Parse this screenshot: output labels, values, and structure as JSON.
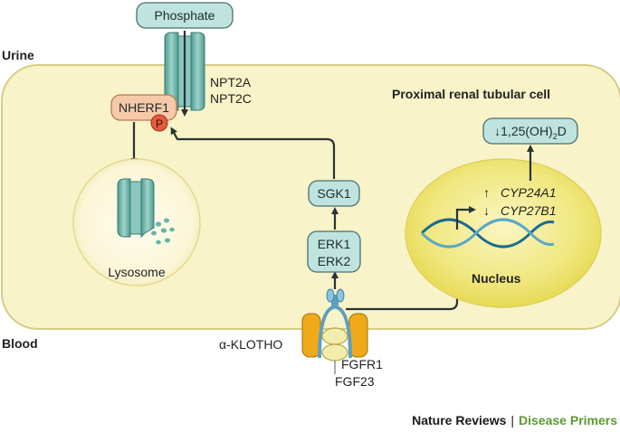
{
  "regions": {
    "urine": "Urine",
    "blood": "Blood",
    "cell": "Proximal renal tubular cell"
  },
  "boxes": {
    "phosphate": "Phosphate",
    "nherf1": "NHERF1",
    "sgk1": "SGK1",
    "erk1": "ERK1",
    "erk2": "ERK2",
    "vitd_prefix": "↓1,25(OH)",
    "vitd_sub": "2",
    "vitd_suffix": "D"
  },
  "labels": {
    "npt2a": "NPT2A",
    "npt2c": "NPT2C",
    "p": "P",
    "lysosome": "Lysosome",
    "nucleus": "Nucleus",
    "cyp24a1_arrow": "↑",
    "cyp24a1": "CYP24A1",
    "cyp27b1_arrow": "↓",
    "cyp27b1": "CYP27B1",
    "klotho": "α-KLOTHO",
    "fgfr1": "FGFR1",
    "fgf23": "FGF23"
  },
  "footer": {
    "brand": "Nature Reviews",
    "separator": "|",
    "series": "Disease Primers",
    "brand_color": "#1a1a1a",
    "series_color": "#5a9a2e"
  },
  "colors": {
    "cell_fill": "#f8f3c8",
    "cell_stroke": "#d6cc86",
    "box_fill": "#bfe3df",
    "nherf1_fill": "#f6c9a8",
    "phospho_fill": "#e45a3a",
    "nucleus_fill": "#efe47a",
    "klotho_fill": "#f0a919",
    "transporter_fill": "#78b9b0"
  }
}
